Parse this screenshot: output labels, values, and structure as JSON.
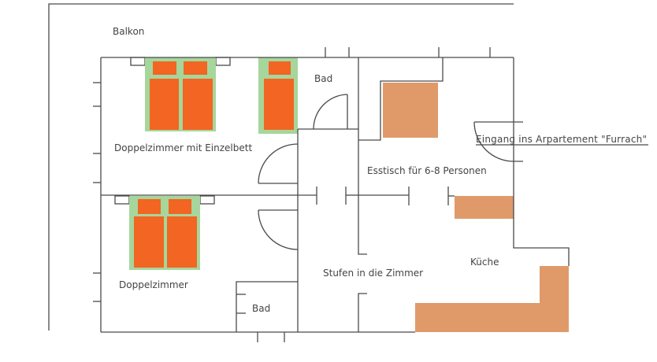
{
  "labels": {
    "balcony": "Balkon",
    "room_double_single": "Doppelzimmer mit Einzelbett",
    "bath_top": "Bad",
    "dining": "Esstisch für 6-8 Personen",
    "entrance": "Eingang ins Arpartement \"Furrach\"",
    "stairs": "Stufen in die Zimmer",
    "kitchen": "Küche",
    "room_double": "Doppelzimmer",
    "bath_bottom": "Bad"
  },
  "colors": {
    "wall": "#4a4a4a",
    "bed_frame": "#a6d69c",
    "mattress": "#f26522",
    "furniture": "#e09a6a"
  }
}
